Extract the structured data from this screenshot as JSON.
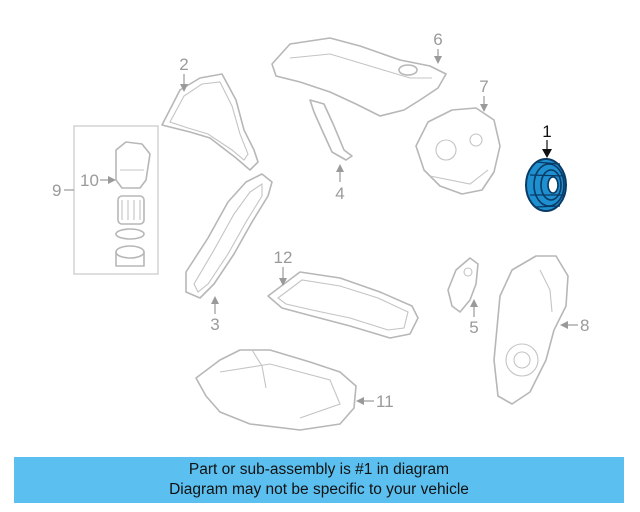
{
  "diagram": {
    "callouts": [
      {
        "id": "1",
        "label": "1",
        "highlighted": true
      },
      {
        "id": "2",
        "label": "2"
      },
      {
        "id": "3",
        "label": "3"
      },
      {
        "id": "4",
        "label": "4"
      },
      {
        "id": "5",
        "label": "5"
      },
      {
        "id": "6",
        "label": "6"
      },
      {
        "id": "7",
        "label": "7"
      },
      {
        "id": "8",
        "label": "8"
      },
      {
        "id": "9",
        "label": "9"
      },
      {
        "id": "10",
        "label": "10"
      },
      {
        "id": "11",
        "label": "11"
      },
      {
        "id": "12",
        "label": "12"
      }
    ],
    "colors": {
      "highlight_part": "#1e90d0",
      "line_art": "#b7b7b7",
      "callout_text": "#9a9a9a",
      "banner_background": "#5bc0f0"
    }
  },
  "banner": {
    "line1": "Part or sub-assembly is #1 in diagram",
    "line2": "Diagram may not be specific to your vehicle"
  }
}
